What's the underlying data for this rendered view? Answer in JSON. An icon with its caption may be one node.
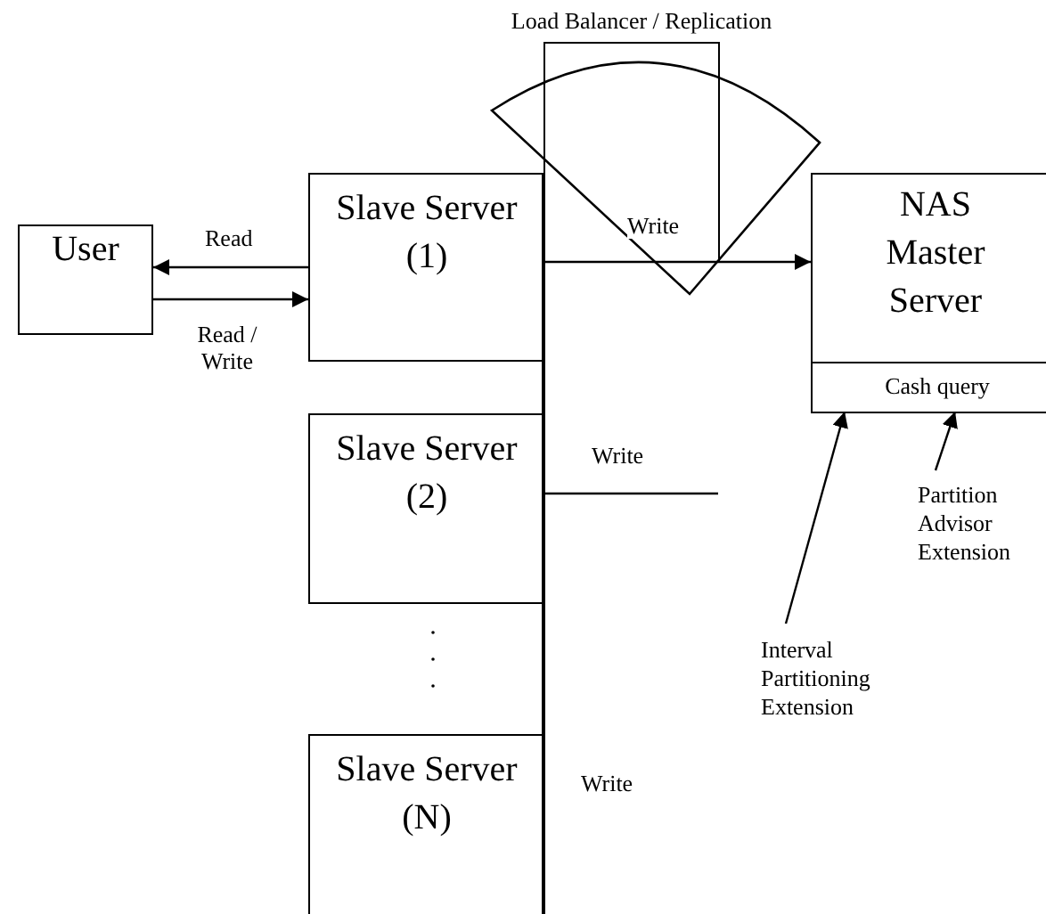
{
  "diagram": {
    "nodes": [
      {
        "text": [
          "User"
        ]
      },
      {
        "text": [
          "Slave Server (1)"
        ]
      },
      {
        "text": [
          "Slave Server (2)"
        ]
      },
      {
        "text": [
          "Slave Server (N)"
        ]
      },
      {
        "text": [
          "NAS Master Server"
        ]
      },
      {
        "text": [
          "Cash query"
        ],
        "in": 4
      },
      {
        "text": [
          "Load Balancer / Replication"
        ]
      },
      {
        "text": [
          "Interval Partitioning Extension"
        ]
      },
      {
        "text": [
          "Partition Advisor Extension"
        ]
      },
      {
        "text": [],
        "shape": "bar"
      }
    ],
    "edges": [
      {
        "from": 1,
        "to": 0,
        "arrow": "to",
        "label": "Read"
      },
      {
        "from": 0,
        "to": 1,
        "arrow": "to",
        "label": "Read / Write"
      },
      {
        "from": 9,
        "to": 4,
        "arrow": "to",
        "label": "Write"
      },
      {
        "from": 9,
        "to": null,
        "arrow": "none",
        "label": "Write"
      },
      {
        "from": 7,
        "to": 5,
        "arrow": "to"
      },
      {
        "from": 8,
        "to": 5,
        "arrow": "to"
      }
    ],
    "labels": [
      "Write"
    ]
  }
}
